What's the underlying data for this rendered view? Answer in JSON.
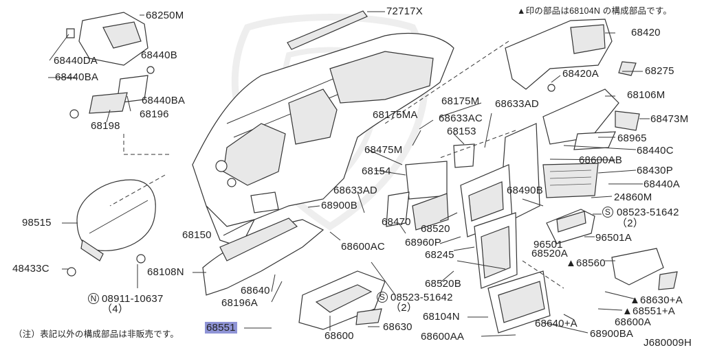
{
  "header_note": "▲印の部品は68104N の構成部品です。",
  "footer_note": "（注）表記以外の構成部品は非販売です。",
  "diagram_id": "J680009H",
  "labels": {
    "p72717X": "72717X",
    "p68250M": "68250M",
    "p68440DA": "68440DA",
    "p68440B": "68440B",
    "p68440BA_a": "68440BA",
    "p68440BA_b": "68440BA",
    "p68196": "68196",
    "p68198": "68198",
    "p68420": "68420",
    "p68275": "68275",
    "p68420A": "68420A",
    "p68106M": "68106M",
    "p68473M": "68473M",
    "p68965": "68965",
    "p68440C": "68440C",
    "p68600AB": "68600AB",
    "p68430P": "68430P",
    "p68440A": "68440A",
    "p24860M": "24860M",
    "p08523_51642_a": "08523-51642",
    "p08523_51642_a_qty": "（2）",
    "p96501": "96501",
    "p96501A": "96501A",
    "p68560": "▲68560",
    "p68630A": "▲68630+A",
    "p68551A": "▲68551+A",
    "p68600A": "68600A",
    "p68900BA": "68900BA",
    "p68640A": "68640+A",
    "p68600AA": "68600AA",
    "p68104N": "68104N",
    "p68630": "68630",
    "p68600": "68600",
    "p08523_51642_b": "08523-51642",
    "p08523_51642_b_qty": "（2）",
    "p68520B": "68520B",
    "p68245": "68245",
    "p68520A": "68520A",
    "p68960P": "68960P",
    "p68520": "68520",
    "p68490B": "68490B",
    "p68175MA": "68175MA",
    "p68175M": "68175M",
    "p68633AC": "68633AC",
    "p68633AD_a": "68633AD",
    "p68153": "68153",
    "p68475M": "68475M",
    "p68154": "68154",
    "p68633AD_b": "68633AD",
    "p68470": "68470",
    "p68900B": "68900B",
    "p68600AC": "68600AC",
    "p68150": "68150",
    "p98515": "98515",
    "p48433C": "48433C",
    "p08911_10637": "08911-10637",
    "p08911_10637_qty": "（4）",
    "p68108N": "68108N",
    "p68640": "68640",
    "p68196A": "68196A",
    "p68551": "68551",
    "s_mark": "S",
    "n_mark": "N"
  }
}
